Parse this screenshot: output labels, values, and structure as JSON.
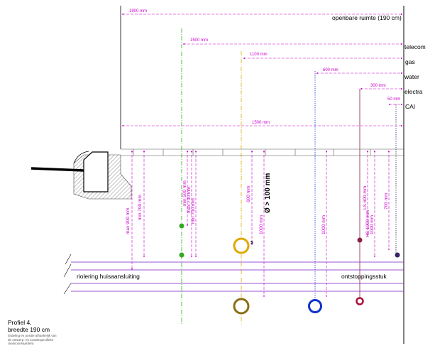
{
  "top_label": "openbare ruimte (190 cm)",
  "utilities": [
    "telecom",
    "gas",
    "water",
    "electra",
    "CAI"
  ],
  "horizontal_dims": [
    "1900 mm",
    "1500 mm",
    "1100 mm",
    "600 mm",
    "300 mm",
    "50 mm",
    "1500 mm"
  ],
  "vertical_dims": [
    "max 900 mm",
    "min 700 mm",
    "min 500 mm",
    "max 700 mm",
    "min 700 mm",
    "600 mm",
    "1000 mm",
    "1000 mm",
    "LS 600 mm",
    "HS 1000 mm",
    "1000 mm",
    "700 mm"
  ],
  "bold_label": "Ø > 100 mm",
  "s_label": "s",
  "sewer_left": "riolering huisaansluiting",
  "sewer_right": "ontstoppingsstuk",
  "profile": {
    "title": "Profiel 4,",
    "width": "breedte 190 cm",
    "note": "(indeling en positie afhankelijk van de ontwerp- en locatiespecifieke randvoorwaarden)"
  },
  "colors": {
    "dimension": "#cc00cc",
    "telecom": "#33aa22",
    "gas": "#ddaa00",
    "gas_main": "#8b6d14",
    "water": "#1133cc",
    "electra": "#882244",
    "cai": "#332266",
    "sewer": "#7a1ec8"
  }
}
